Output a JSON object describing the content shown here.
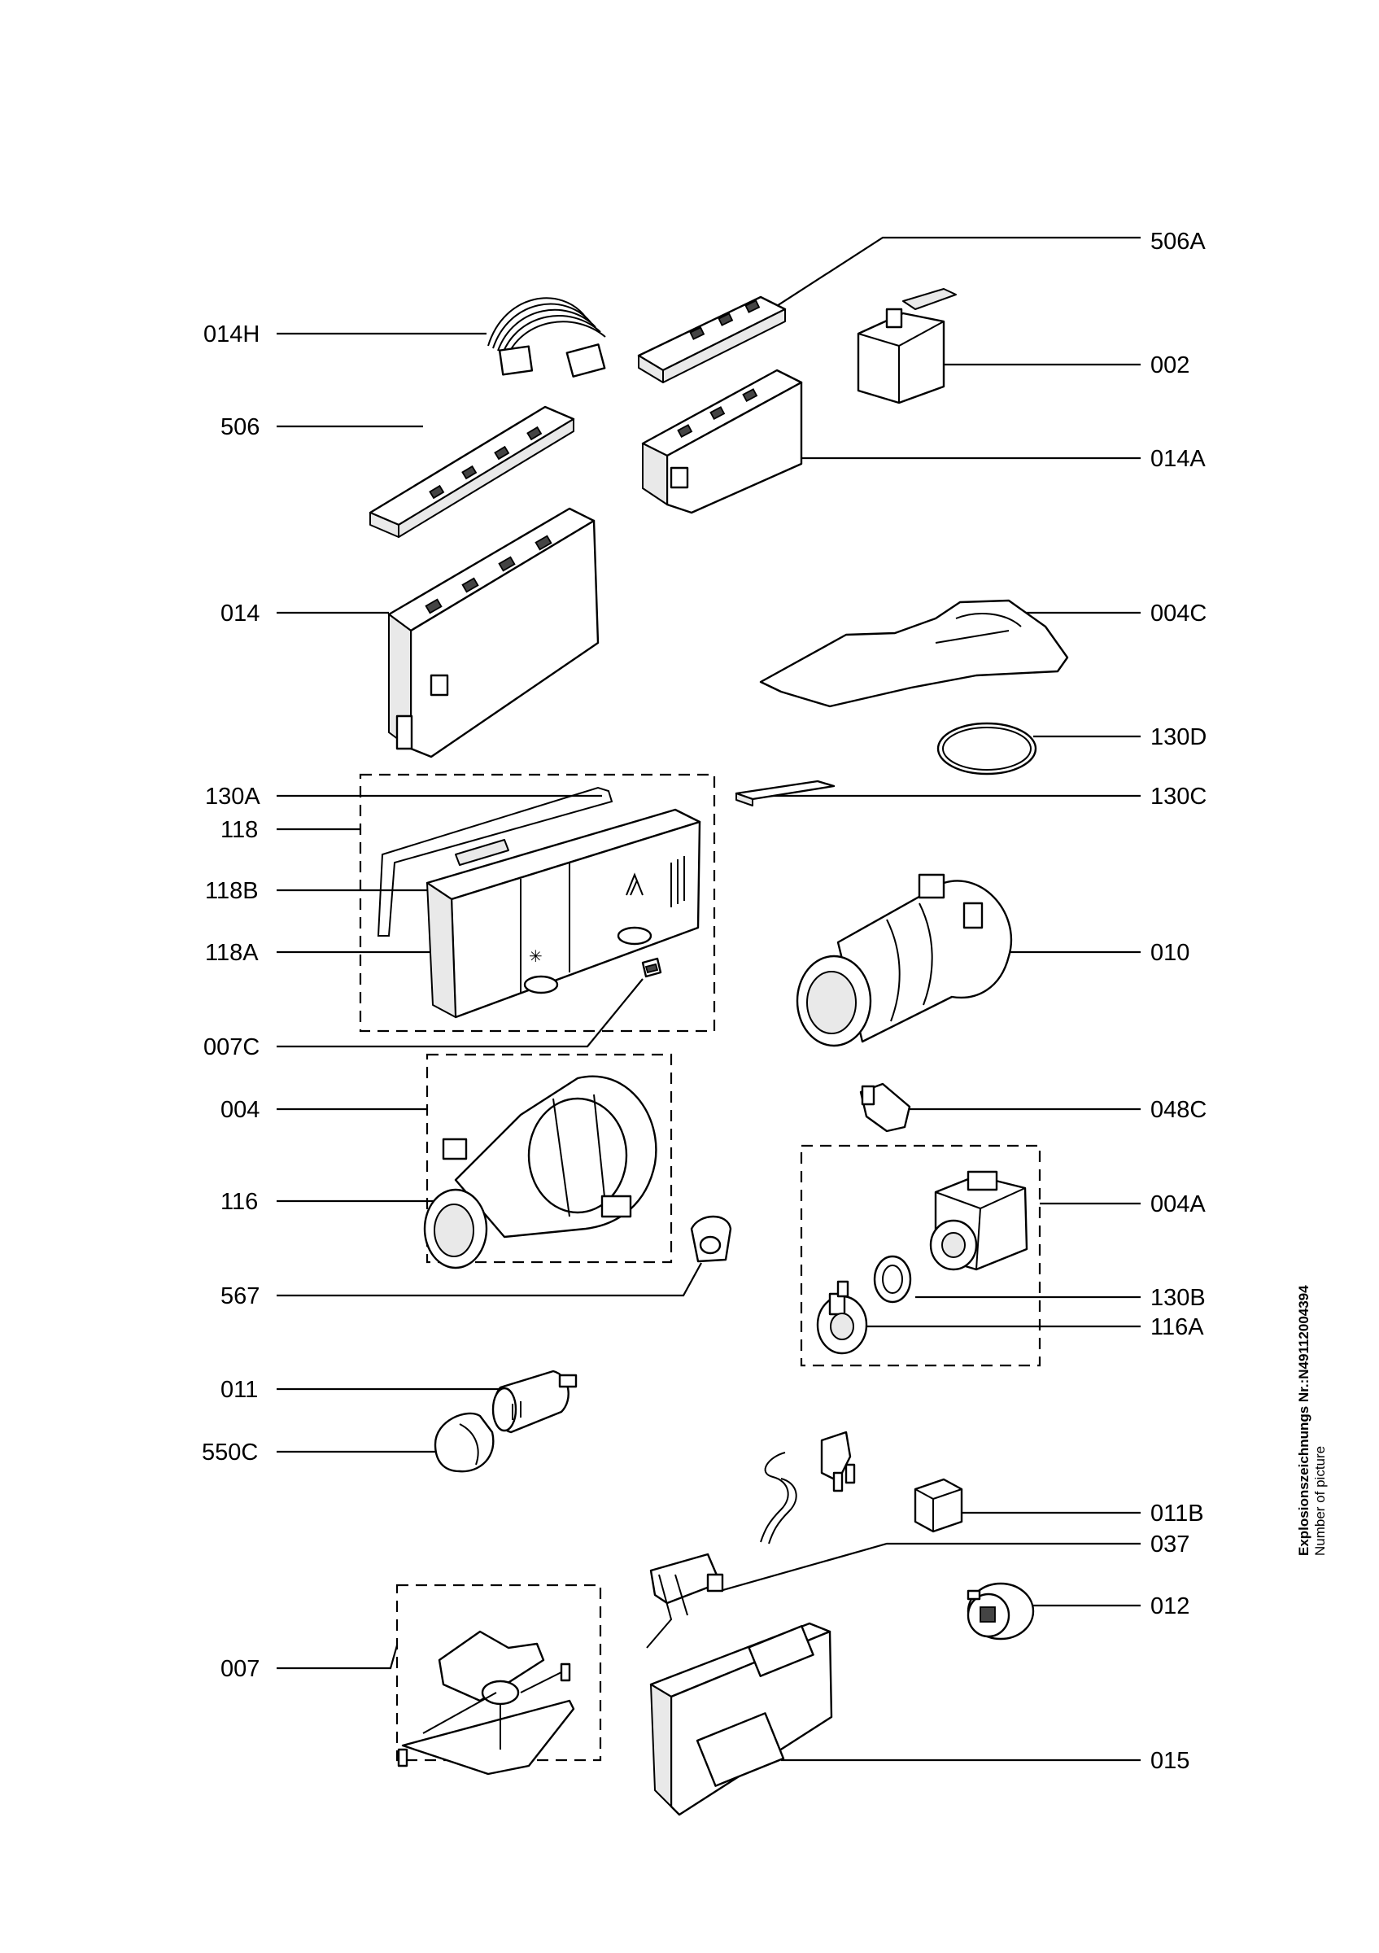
{
  "labels": {
    "l_506A": "506A",
    "l_014H": "014H",
    "l_002": "002",
    "l_506": "506",
    "l_014A": "014A",
    "l_014": "014",
    "l_004C": "004C",
    "l_130D": "130D",
    "l_130A": "130A",
    "l_130C": "130C",
    "l_118": "118",
    "l_118B": "118B",
    "l_010": "010",
    "l_118A": "118A",
    "l_007C": "007C",
    "l_004": "004",
    "l_048C": "048C",
    "l_116": "116",
    "l_004A": "004A",
    "l_567": "567",
    "l_130B": "130B",
    "l_116A": "116A",
    "l_011": "011",
    "l_550C": "550C",
    "l_011B": "011B",
    "l_037": "037",
    "l_012": "012",
    "l_007": "007",
    "l_015": "015"
  },
  "caption": {
    "line1": "Explosionszeichnungs  Nr.:N49112004394",
    "line2": "Number of picture"
  }
}
